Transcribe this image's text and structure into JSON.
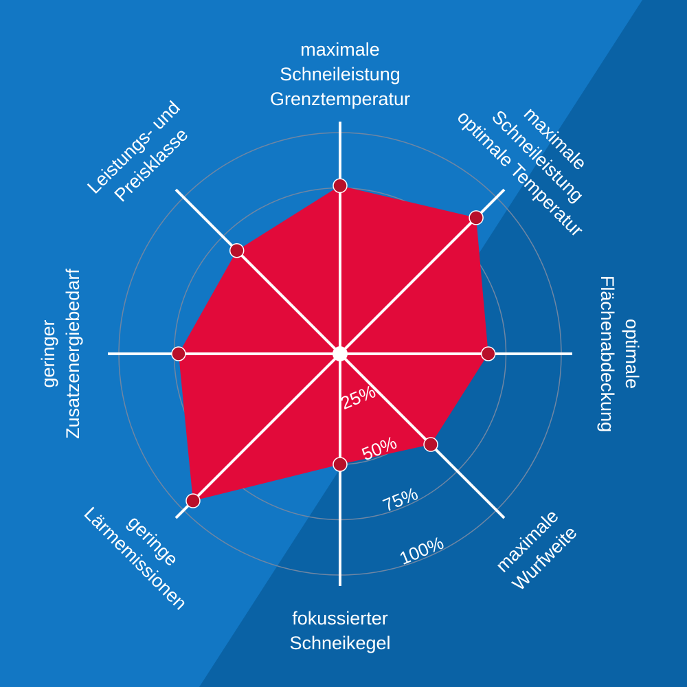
{
  "chart_data": {
    "type": "radar",
    "axes": [
      {
        "lines": [
          "maximale",
          "Schneileistung",
          "Grenztemperatur"
        ]
      },
      {
        "lines": [
          "maximale",
          "Schneileistung",
          "optimale Temperatur"
        ]
      },
      {
        "lines": [
          "optimale",
          "Flächenabdeckung"
        ]
      },
      {
        "lines": [
          "maximale",
          "Wurfweite"
        ]
      },
      {
        "lines": [
          "fokussierter",
          "Schneikegel"
        ]
      },
      {
        "lines": [
          "geringe",
          "Lärmemissionen"
        ]
      },
      {
        "lines": [
          "geringer",
          "Zusatzenergiebedarf"
        ]
      },
      {
        "lines": [
          "Leistungs- und",
          "Preisklasse"
        ]
      }
    ],
    "values": [
      76,
      87,
      67,
      58,
      50,
      94,
      73,
      66
    ],
    "rings": [
      25,
      50,
      75,
      100
    ],
    "ring_labels": [
      "25%",
      "50%",
      "75%",
      "100%"
    ],
    "range": [
      0,
      100
    ],
    "grid": true,
    "colors": {
      "background_light": "#1277c4",
      "background_dark": "#0a62a5",
      "area": "#e20a3a",
      "point": "#b8102a",
      "axis": "#ffffff",
      "grid": "#6f86a3"
    }
  }
}
